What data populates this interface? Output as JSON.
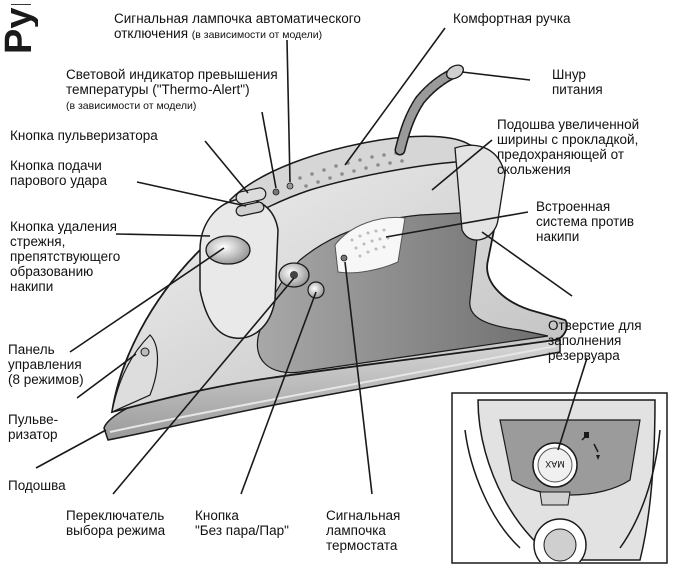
{
  "side_title": "Рук",
  "labels": {
    "auto_off_lamp": {
      "line1": "Сигнальная лампочка автоматического",
      "line2": "отключения",
      "note": "(в зависимости от модели)"
    },
    "comfort_handle": "Комфортная ручка",
    "thermo_alert": {
      "line1": "Световой индикатор превышения",
      "line2": "температуры (\"Thermo-Alert\")",
      "note": "(в зависимости от модели)"
    },
    "power_cord": "Шнур\nпитания",
    "spray_button": "Кнопка пульверизатора",
    "wide_soleplate": "Подошва увеличенной\nширины с прокладкой,\nпредохраняющей от\nскольжения",
    "steam_burst_button": "Кнопка подачи\nпарового удара",
    "anti_scale_system": "Встроенная\nсистема против\nнакипи",
    "rod_removal_button": "Кнопка удаления\nстрежня,\nпрепятствующего\nобразованию\nнакипи",
    "fill_opening": "Отверстие для\nзаполнения\nрезервуара",
    "control_panel": "Панель\nуправления\n(8 режимов)",
    "sprayer": "Пульве-\nризатор",
    "soleplate": "Подошва",
    "mode_selector": "Переключатель\nвыбора режима",
    "steam_button": "Кнопка\n\"Без пара/Пар\"",
    "thermostat_lamp": "Сигнальная\nлампочка\nтермостата"
  },
  "inset": {
    "max_mark": "MAX"
  },
  "colors": {
    "body_light": "#efefef",
    "body_mid": "#cfcfcf",
    "body_dark": "#8a8a8a",
    "outline": "#1a1a1a"
  }
}
